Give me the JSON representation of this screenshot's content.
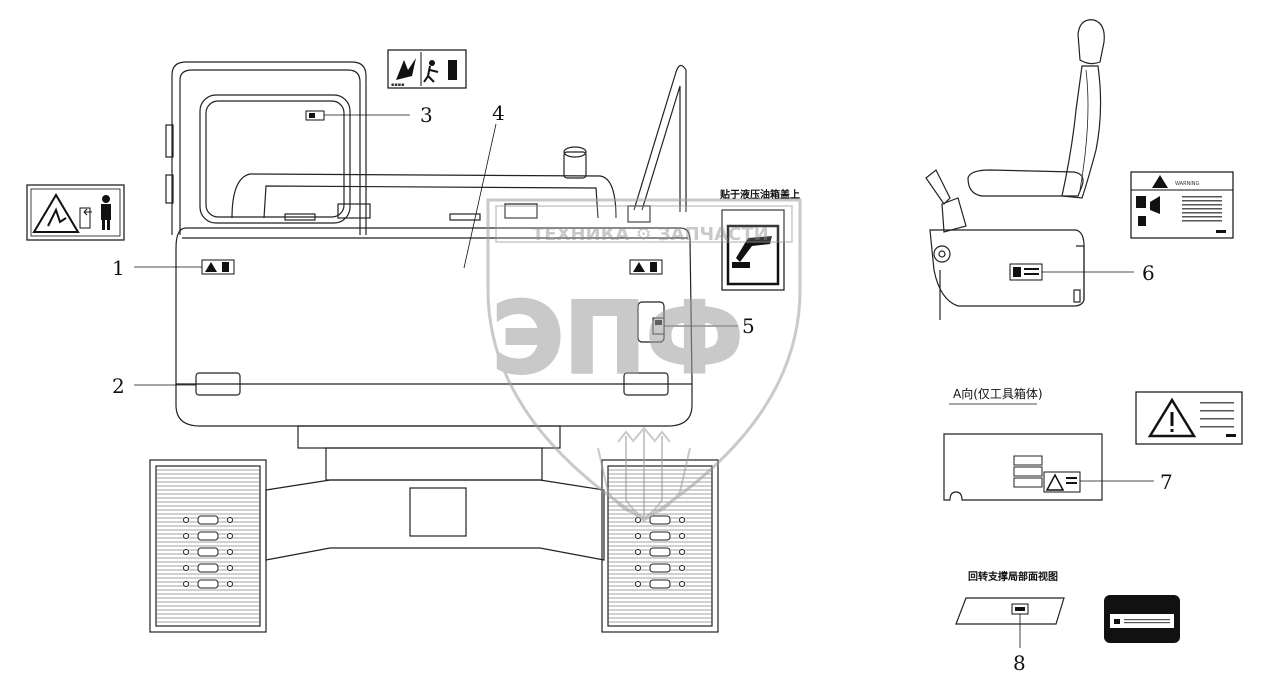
{
  "callouts": {
    "c1": "1",
    "c2": "2",
    "c3": "3",
    "c4": "4",
    "c5": "5",
    "c6": "6",
    "c7": "7",
    "c8": "8"
  },
  "labels": {
    "hydraulic_sticker_note": "贴于液压油箱盖上",
    "view_a": "A向(仅工具箱体)",
    "swing_bearing_view": "回转支撑局部面视图",
    "warning_word": "WARNING"
  },
  "watermark": {
    "brand_line": "ТЕХНИКА ⚙ ЗАПЧАСТИ",
    "logo": "ЭПФ"
  },
  "colors": {
    "line": "#222222",
    "watermark": "#9e9e9e"
  }
}
